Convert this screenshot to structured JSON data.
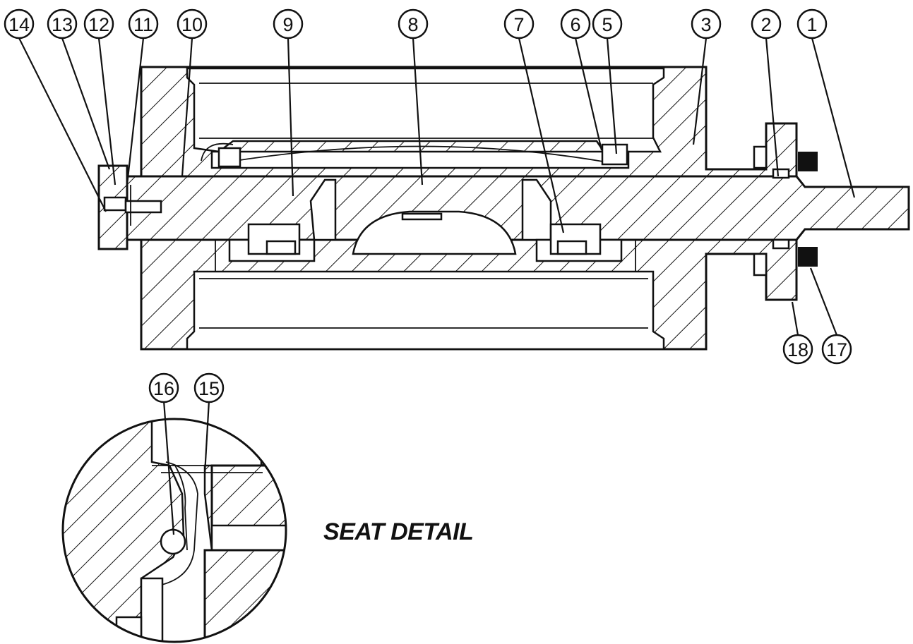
{
  "title": "",
  "callouts": [
    {
      "id": "14",
      "label": "14"
    },
    {
      "id": "13",
      "label": "13"
    },
    {
      "id": "12",
      "label": "12"
    },
    {
      "id": "11",
      "label": "11"
    },
    {
      "id": "10",
      "label": "10"
    },
    {
      "id": "9",
      "label": "9"
    },
    {
      "id": "8",
      "label": "8"
    },
    {
      "id": "7",
      "label": "7"
    },
    {
      "id": "6",
      "label": "6"
    },
    {
      "id": "5",
      "label": "5"
    },
    {
      "id": "3",
      "label": "3"
    },
    {
      "id": "2",
      "label": "2"
    },
    {
      "id": "1",
      "label": "1"
    },
    {
      "id": "18",
      "label": "18"
    },
    {
      "id": "17",
      "label": "17"
    },
    {
      "id": "16",
      "label": "16"
    },
    {
      "id": "15",
      "label": "15"
    }
  ],
  "seat_detail": {
    "label": "SEAT DETAIL"
  }
}
